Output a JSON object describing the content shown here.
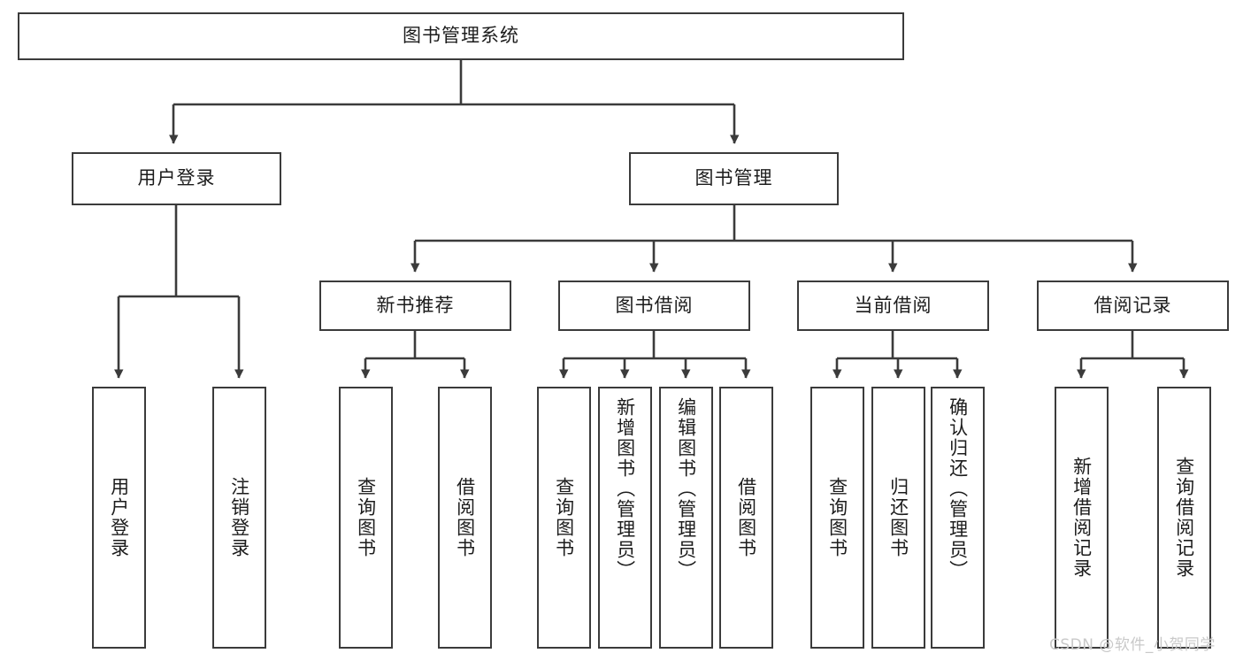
{
  "diagram": {
    "title": "图书管理系统",
    "type": "tree-hierarchy",
    "root": {
      "label": "图书管理系统"
    },
    "level2": [
      {
        "label": "用户登录"
      },
      {
        "label": "图书管理"
      }
    ],
    "level3": [
      {
        "label": "新书推荐"
      },
      {
        "label": "图书借阅"
      },
      {
        "label": "当前借阅"
      },
      {
        "label": "借阅记录"
      }
    ],
    "leaves": {
      "user_login": [
        {
          "label": "用户登录"
        },
        {
          "label": "注销登录"
        }
      ],
      "new_book_recommend": [
        {
          "label": "查询图书"
        },
        {
          "label": "借阅图书"
        }
      ],
      "book_borrow": [
        {
          "label": "查询图书"
        },
        {
          "label": "新增图书（管理员）"
        },
        {
          "label": "编辑图书（管理员）"
        },
        {
          "label": "借阅图书"
        }
      ],
      "current_borrow": [
        {
          "label": "查询图书"
        },
        {
          "label": "归还图书"
        },
        {
          "label": "确认归还（管理员）"
        }
      ],
      "borrow_record": [
        {
          "label": "新增借阅记录"
        },
        {
          "label": "查询借阅记录"
        }
      ]
    },
    "watermark": "CSDN @软件_小贺同学",
    "colors": {
      "stroke": "#3b3b3b",
      "background": "#ffffff",
      "text": "#1c1c1c",
      "watermark": "#c9c9c9"
    }
  }
}
